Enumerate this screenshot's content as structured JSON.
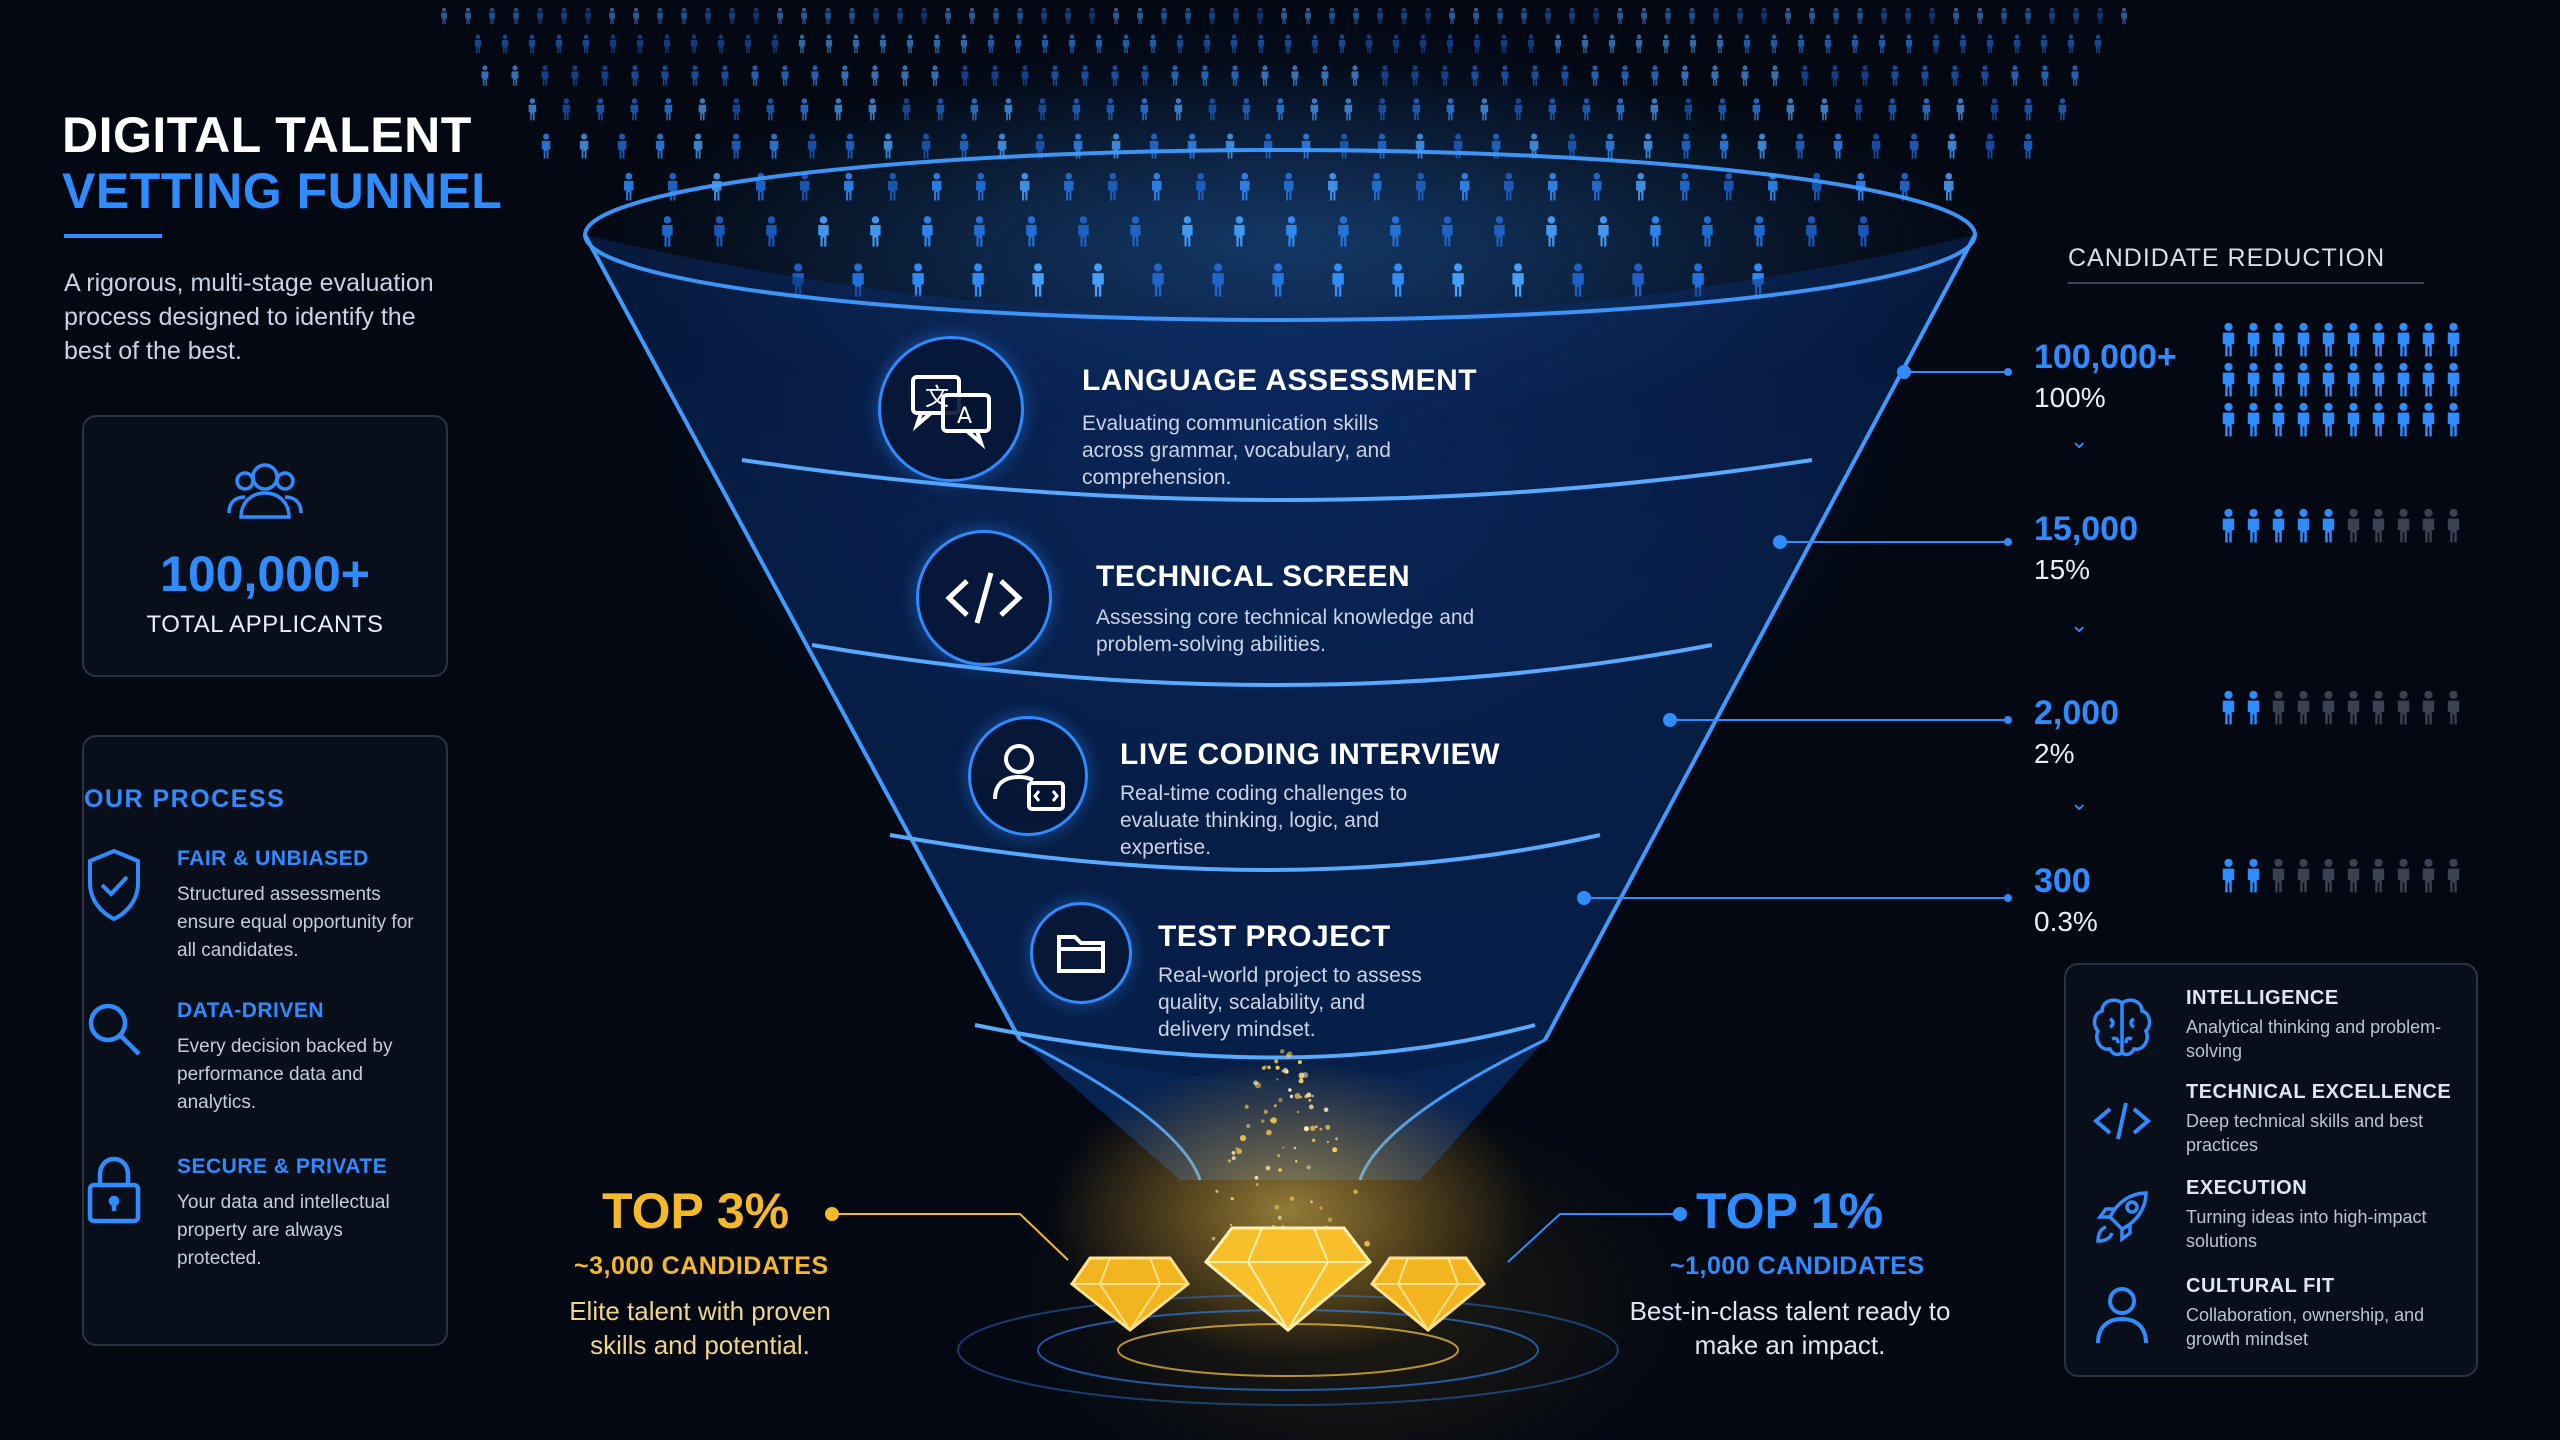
{
  "header": {
    "title_line1": "DIGITAL TALENT",
    "title_line2": "VETTING FUNNEL",
    "subtitle": "A rigorous, multi-stage evaluation process designed to identify the best of the best."
  },
  "total": {
    "icon": "users-icon",
    "value": "100,000+",
    "label": "TOTAL APPLICANTS"
  },
  "process": {
    "title": "OUR PROCESS",
    "items": [
      {
        "icon": "shield-check-icon",
        "title": "FAIR & UNBIASED",
        "desc": "Structured assessments ensure equal opportunity for all candidates."
      },
      {
        "icon": "search-icon",
        "title": "DATA-DRIVEN",
        "desc": "Every decision backed by performance data and analytics."
      },
      {
        "icon": "lock-icon",
        "title": "SECURE & PRIVATE",
        "desc": "Your data and intellectual property are always protected."
      }
    ]
  },
  "funnel": {
    "stages": [
      {
        "icon": "translate-chat-icon",
        "title": "LANGUAGE ASSESSMENT",
        "desc": "Evaluating communication skills across grammar, vocabulary, and comprehension."
      },
      {
        "icon": "code-icon",
        "title": "TECHNICAL SCREEN",
        "desc": "Assessing core technical knowledge and problem-solving abilities."
      },
      {
        "icon": "user-code-icon",
        "title": "LIVE CODING INTERVIEW",
        "desc": "Real-time coding challenges to evaluate thinking, logic, and expertise."
      },
      {
        "icon": "folder-icon",
        "title": "TEST PROJECT",
        "desc": "Real-world project to assess quality, scalability, and delivery mindset."
      }
    ]
  },
  "reduction": {
    "title": "CANDIDATE REDUCTION",
    "rows": [
      {
        "value": "100,000+",
        "pct": "100%",
        "filled_fraction": 1.0
      },
      {
        "value": "15,000",
        "pct": "15%",
        "filled_fraction": 0.5
      },
      {
        "value": "2,000",
        "pct": "2%",
        "filled_fraction": 0.2
      },
      {
        "value": "300",
        "pct": "0.3%",
        "filled_fraction": 0.2
      }
    ],
    "chevron": "⌄"
  },
  "attributes": [
    {
      "icon": "brain-icon",
      "title": "INTELLIGENCE",
      "desc": "Analytical thinking and problem-solving"
    },
    {
      "icon": "code-icon",
      "title": "TECHNICAL EXCELLENCE",
      "desc": "Deep technical skills and best practices"
    },
    {
      "icon": "rocket-icon",
      "title": "EXECUTION",
      "desc": "Turning ideas into high-impact solutions"
    },
    {
      "icon": "person-icon",
      "title": "CULTURAL FIT",
      "desc": "Collaboration, ownership, and growth mindset"
    }
  ],
  "outcomes": {
    "top3": {
      "pct": "TOP 3%",
      "count": "~3,000 CANDIDATES",
      "desc": "Elite talent with proven skills and potential."
    },
    "top1": {
      "pct": "TOP 1%",
      "count": "~1,000 CANDIDATES",
      "desc": "Best-in-class talent ready to make an impact."
    }
  },
  "colors": {
    "accent": "#2f8cff",
    "gold": "#f5b928",
    "background": "#030812"
  }
}
